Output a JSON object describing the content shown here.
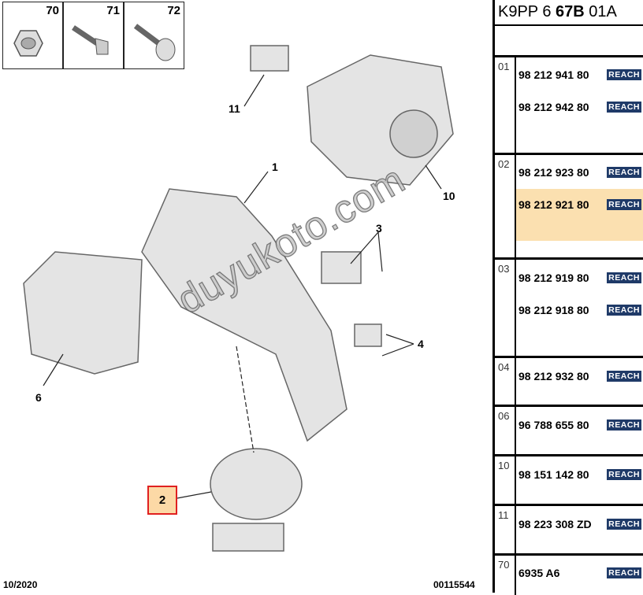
{
  "diagram": {
    "hardware": [
      {
        "num": "70",
        "icon": "hex-nut-icon"
      },
      {
        "num": "71",
        "icon": "screw-icon"
      },
      {
        "num": "72",
        "icon": "flange-screw-icon"
      }
    ],
    "callouts": {
      "c1": "1",
      "c2": "2",
      "c3": "3",
      "c4": "4",
      "c6": "6",
      "c10": "10",
      "c11": "11"
    },
    "date": "10/2020",
    "ref": "00115544",
    "watermark": "duyukoto.com"
  },
  "panel": {
    "title_a": "K9PP 6 ",
    "title_b": "67B",
    "title_c": " 01A",
    "badge": "REACH",
    "groups": [
      {
        "id": "01",
        "parts": [
          "98 212 941 80",
          "98 212 942 80"
        ]
      },
      {
        "id": "02",
        "parts": [
          "98 212 923 80",
          "98 212 921 80"
        ]
      },
      {
        "id": "03",
        "parts": [
          "98 212 919 80",
          "98 212 918 80"
        ]
      },
      {
        "id": "04",
        "parts": [
          "98 212 932 80"
        ]
      },
      {
        "id": "06",
        "parts": [
          "96 788 655 80"
        ]
      },
      {
        "id": "10",
        "parts": [
          "98 151 142 80"
        ]
      },
      {
        "id": "11",
        "parts": [
          "98 223 308 ZD"
        ]
      },
      {
        "id": "70",
        "parts": [
          "6935 A6"
        ]
      }
    ],
    "highlight_color": "#fbe0b0",
    "badge_color": "#1f3a68"
  }
}
